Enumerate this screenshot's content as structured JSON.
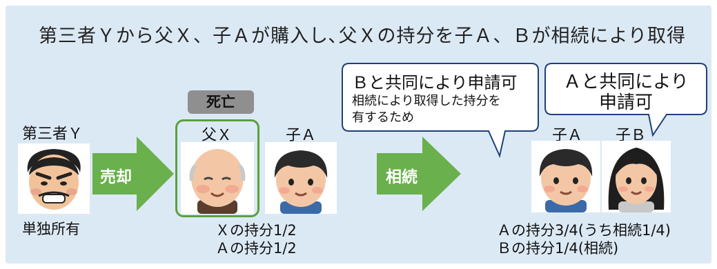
{
  "title": "第三者Ｙから父Ｘ、子Ａが購入し､父Ｘの持分を子Ａ、Ｂが相続により取得",
  "arrows": {
    "sale": "売却",
    "inherit": "相続"
  },
  "persons": {
    "third_party": {
      "label": "第三者Ｙ",
      "note": "単独所有"
    },
    "father": {
      "label": "父Ｘ",
      "status": "死亡"
    },
    "child_a_before": {
      "label": "子Ａ"
    },
    "child_a_after": {
      "label": "子Ａ"
    },
    "child_b": {
      "label": "子Ｂ"
    }
  },
  "shares_before": [
    "Ｘの持分1/2",
    "Ａの持分1/2"
  ],
  "shares_after": [
    "Ａの持分3/4(うち相続1/4)",
    "Ｂの持分1/4(相続)"
  ],
  "bubbles": {
    "left_title": "Ｂと共同により申請可",
    "left_body_1": "相続により取得した持分を",
    "left_body_2": "有するため",
    "right_line_1": "Ａと共同により",
    "right_line_2": "申請可"
  },
  "colors": {
    "panel_bg": "#dbe9f5",
    "arrow_green": "#6ab04c",
    "frame_green": "#5aa03c",
    "death_tag": "#8f8f8f"
  }
}
